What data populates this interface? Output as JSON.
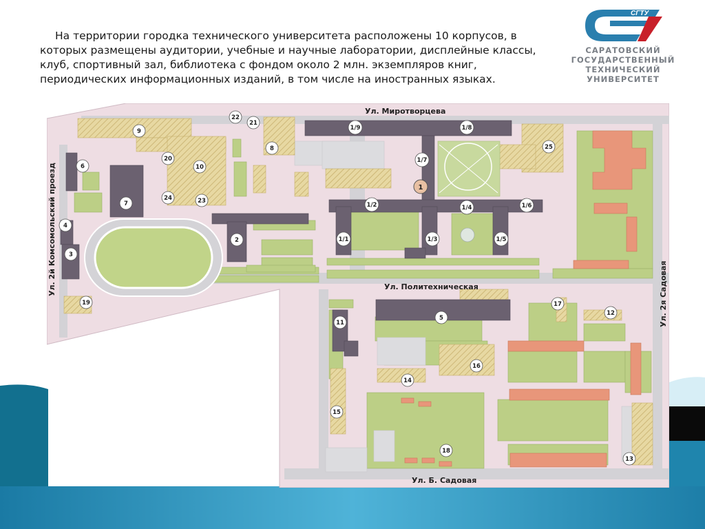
{
  "intro_text": "На территории городка технического университета расположены 10 корпусов, в которых размещены аудитории, учебные и научные лаборатории, дисплейные классы, клуб, спортивный зал, библиотека с фондом около 2 млн. экземпляров книг, периодических информационных изданий, в том числе на иностранных языках.",
  "logo": {
    "mark_text": "СГТУ",
    "lines": [
      "САРАТОВСКИЙ",
      "ГОСУДАРСТВЕННЫЙ",
      "ТЕХНИЧЕСКИЙ",
      "УНИВЕРСИТЕТ"
    ]
  },
  "colors": {
    "ground": "#eedde3",
    "lawn": "#bccf86",
    "building": "#6b6170",
    "hatched": "#e7d8a2",
    "orange": "#e8967a",
    "road": "#d3d2d6",
    "accent": "#2a7fae"
  },
  "streets": {
    "top": "Ул. Миротворцева",
    "middle": "Ул. Политехническая",
    "bottom": "Ул. Б. Садовая",
    "left": "Ул. 2й Комсомольский проезд",
    "right": "Ул. 2я Садовая"
  },
  "buildings": {
    "b1": "1",
    "b1_1": "1/1",
    "b1_2": "1/2",
    "b1_3": "1/3",
    "b1_4": "1/4",
    "b1_5": "1/5",
    "b1_6": "1/6",
    "b1_7": "1/7",
    "b1_8": "1/8",
    "b1_9": "1/9",
    "b2": "2",
    "b3": "3",
    "b4": "4",
    "b5": "5",
    "b6": "6",
    "b7": "7",
    "b8": "8",
    "b9": "9",
    "b10": "10",
    "b11": "11",
    "b12": "12",
    "b13": "13",
    "b14": "14",
    "b15": "15",
    "b16": "16",
    "b17": "17",
    "b18": "18",
    "b19": "19",
    "b20": "20",
    "b21": "21",
    "b22": "22",
    "b23": "23",
    "b24": "24",
    "b25": "25"
  }
}
